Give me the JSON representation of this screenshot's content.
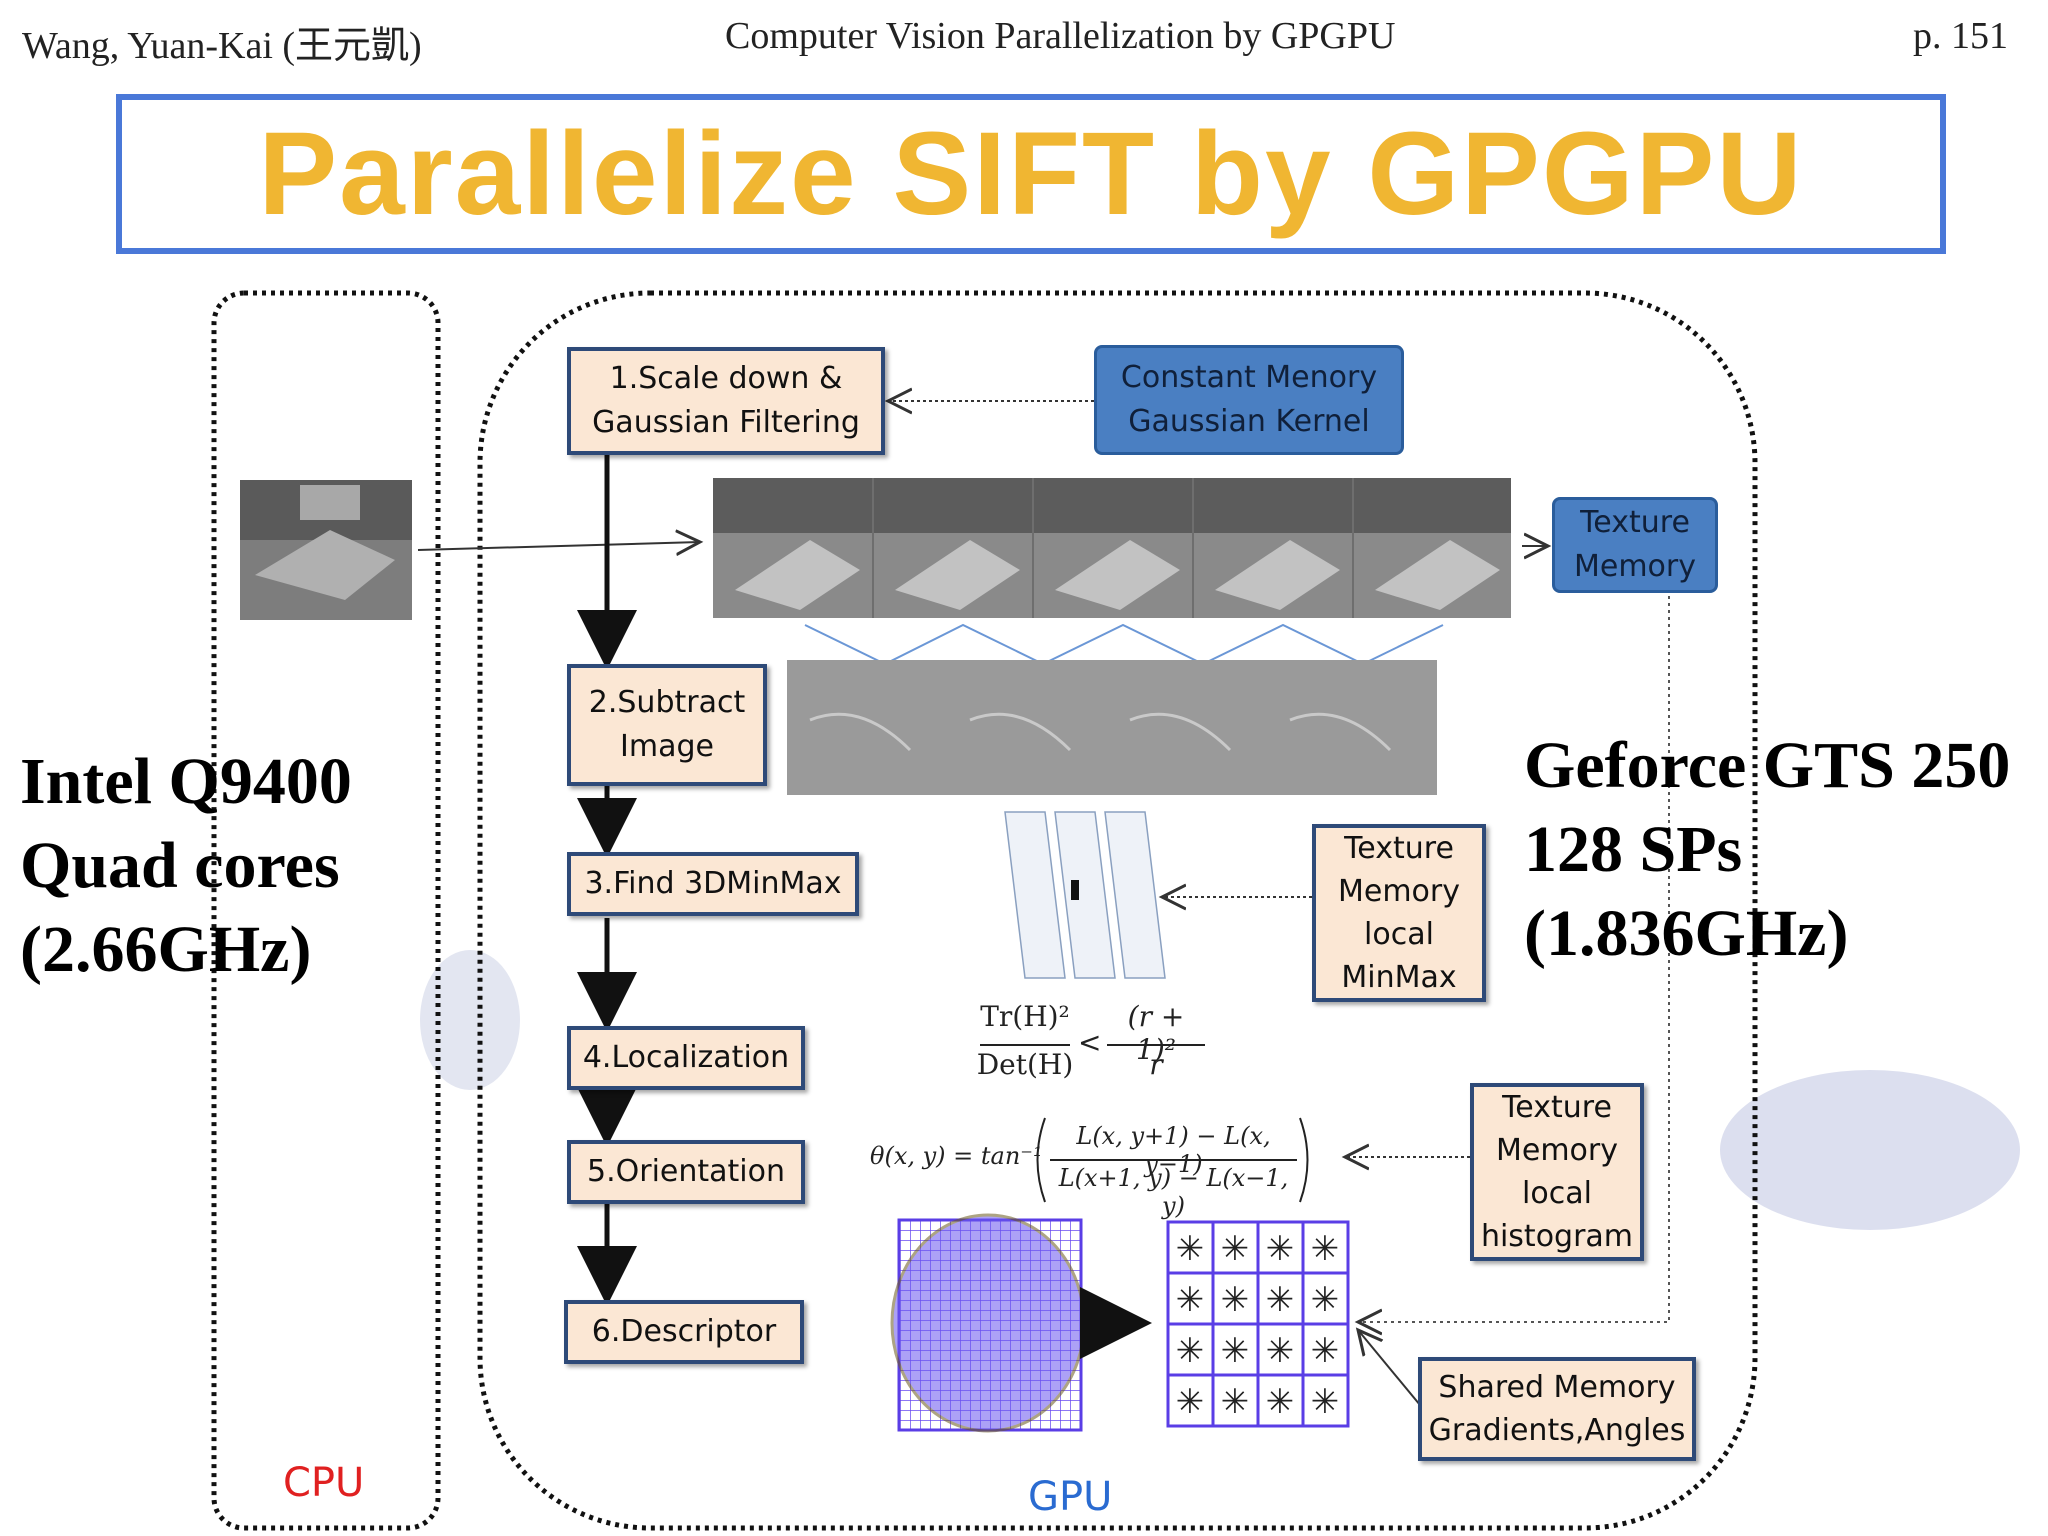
{
  "header": {
    "author": "Wang, Yuan-Kai (王元凱)",
    "course": "Computer Vision Parallelization by GPGPU",
    "page": "p. 151"
  },
  "title": "Parallelize SIFT by GPGPU",
  "cpu": {
    "lines": [
      "Intel  Q9400",
      "Quad cores",
      "(2.66GHz)"
    ],
    "label": "CPU"
  },
  "gpu": {
    "lines": [
      "Geforce GTS 250",
      "128 SPs",
      "(1.836GHz)"
    ],
    "label": "GPU"
  },
  "steps": [
    {
      "line1": "1.Scale down &",
      "line2": "Gaussian Filtering"
    },
    {
      "line1": "2.Subtract",
      "line2": "Image"
    },
    {
      "line1": "3.Find 3DMinMax",
      "line2": ""
    },
    {
      "line1": "4.Localization",
      "line2": ""
    },
    {
      "line1": "5.Orientation",
      "line2": ""
    },
    {
      "line1": "6.Descriptor",
      "line2": ""
    }
  ],
  "memories": {
    "constant": {
      "line1": "Constant Menory",
      "line2": "Gaussian Kernel"
    },
    "texture": {
      "line1": "Texture",
      "line2": "Memory"
    },
    "minmax": {
      "line1": "Texture",
      "line2": "Memory",
      "line3": "local",
      "line4": "MinMax"
    },
    "histogram": {
      "line1": "Texture",
      "line2": "Memory",
      "line3": "local",
      "line4": "histogram"
    },
    "shared": {
      "line1": "Shared Memory",
      "line2": "Gradients,Angles"
    }
  },
  "formulas": {
    "ratio_num": "Tr(H)²",
    "ratio_den": "Det(H)",
    "ratio_op": "<",
    "ratio_rnum": "(r + 1)²",
    "ratio_rden": "r",
    "theta_lhs": "θ(x, y) = tan⁻¹",
    "theta_num": "L(x, y+1) − L(x, y−1)",
    "theta_den": "L(x+1, y) − L(x−1, y)"
  },
  "colors": {
    "title": "#f0b632",
    "title_border": "#4a78d8",
    "step_fill": "#fbe7d4",
    "step_border": "#2e4a78",
    "memory_blue": "#4a7fc2",
    "cpu_label": "#e02020",
    "gpu_label": "#2a6bd1"
  }
}
